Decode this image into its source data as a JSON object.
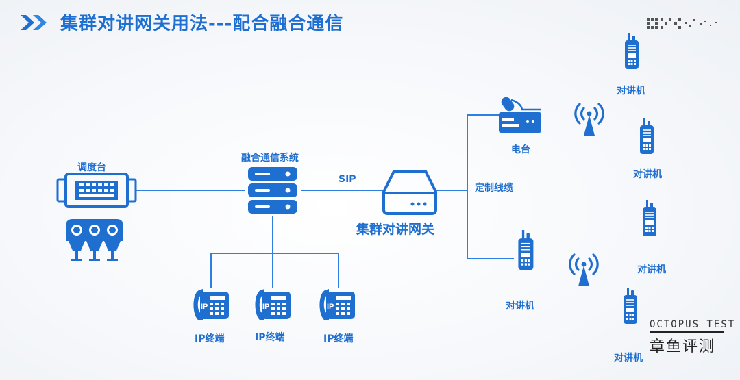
{
  "header": {
    "title": "集群对讲网关用法---配合融合通信",
    "colors": {
      "primary": "#1d6fd1",
      "line": "#2f7fe0"
    }
  },
  "nodes": {
    "dispatch_console": "调度台",
    "fusion_system": "融合通信系统",
    "gateway": "集群对讲网关",
    "radio_station": "电台",
    "ip_terminals": [
      "IP终端",
      "IP终端",
      "IP终端"
    ],
    "handheld_radios": [
      "对讲机",
      "对讲机",
      "对讲机",
      "对讲机",
      "对讲机"
    ]
  },
  "links": {
    "sip": "SIP",
    "custom_cable": "定制线缆"
  },
  "watermark": {
    "en": "OCTOPUS TEST",
    "cn": "章鱼评测"
  }
}
